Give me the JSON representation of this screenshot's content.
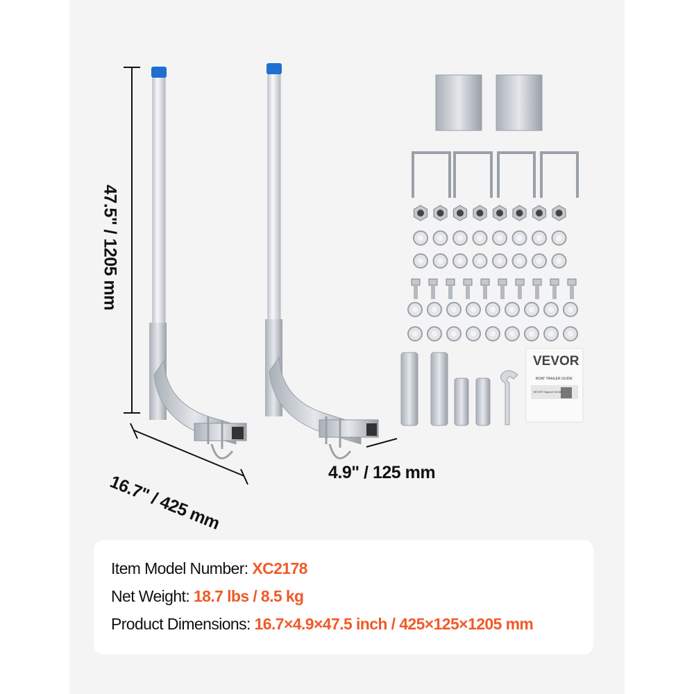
{
  "dimensions": {
    "height": "47.5\" / 1205 mm",
    "length": "16.7\" / 425 mm",
    "width": "4.9\" / 125 mm"
  },
  "manual": {
    "brand": "VEVOR",
    "title": "BOAT TRAILER GUIDE",
    "support": "VEVOR Support Center"
  },
  "specs": {
    "model_label": "Item Model Number: ",
    "model_value": "XC2178",
    "weight_label": "Net Weight: ",
    "weight_value": "18.7 lbs / 8.5 kg",
    "dimensions_label": "Product Dimensions: ",
    "dimensions_value": "16.7×4.9×47.5 inch / 425×125×1205 mm"
  },
  "colors": {
    "accent": "#f05a28",
    "cap": "#1f6fd1",
    "metal": "#d9dce0"
  }
}
